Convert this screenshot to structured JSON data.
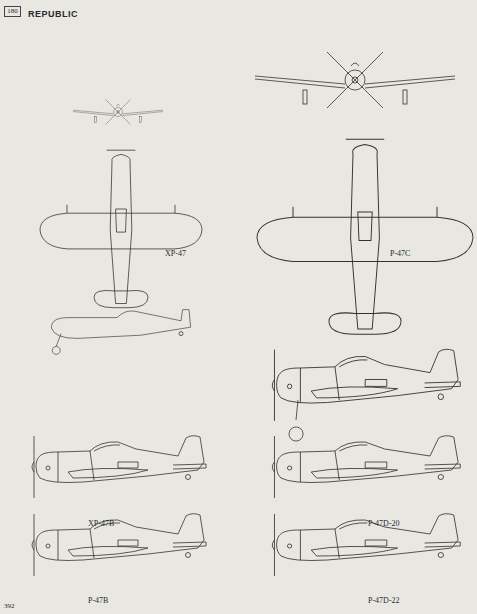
{
  "diagram": {
    "nodes": [
      {
        "text": [
          "180"
        ]
      }
    ],
    "labels": [
      "REPUBLIC",
      "XP-47",
      "P-47C",
      "XP-47B",
      "P-47D-20",
      "P-47B",
      "P-47D-22",
      "392"
    ]
  }
}
